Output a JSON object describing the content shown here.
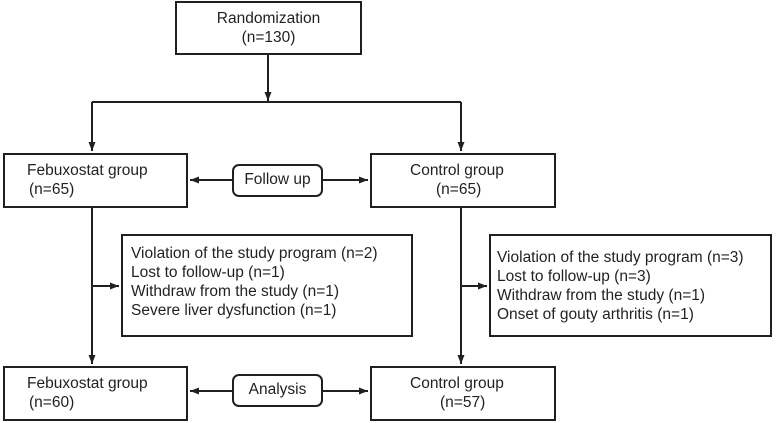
{
  "randomization": {
    "title": "Randomization",
    "count": "(n=130)"
  },
  "follow_up": {
    "label": "Follow up",
    "febuxostat": {
      "title": "Febuxostat group",
      "count": "(n=65)"
    },
    "control": {
      "title": "Control group",
      "count": "(n=65)"
    }
  },
  "exclusions": {
    "febuxostat": [
      "Violation of the study program (n=2)",
      "Lost to follow-up (n=1)",
      "Withdraw from the study (n=1)",
      "Severe liver dysfunction (n=1)"
    ],
    "control": [
      "Violation of the study program (n=3)",
      "Lost to follow-up (n=3)",
      "Withdraw from the study (n=1)",
      "Onset of gouty arthritis (n=1)"
    ]
  },
  "analysis": {
    "label": "Analysis",
    "febuxostat": {
      "title": "Febuxostat group",
      "count": "(n=60)"
    },
    "control": {
      "title": "Control group",
      "count": "(n=57)"
    }
  }
}
